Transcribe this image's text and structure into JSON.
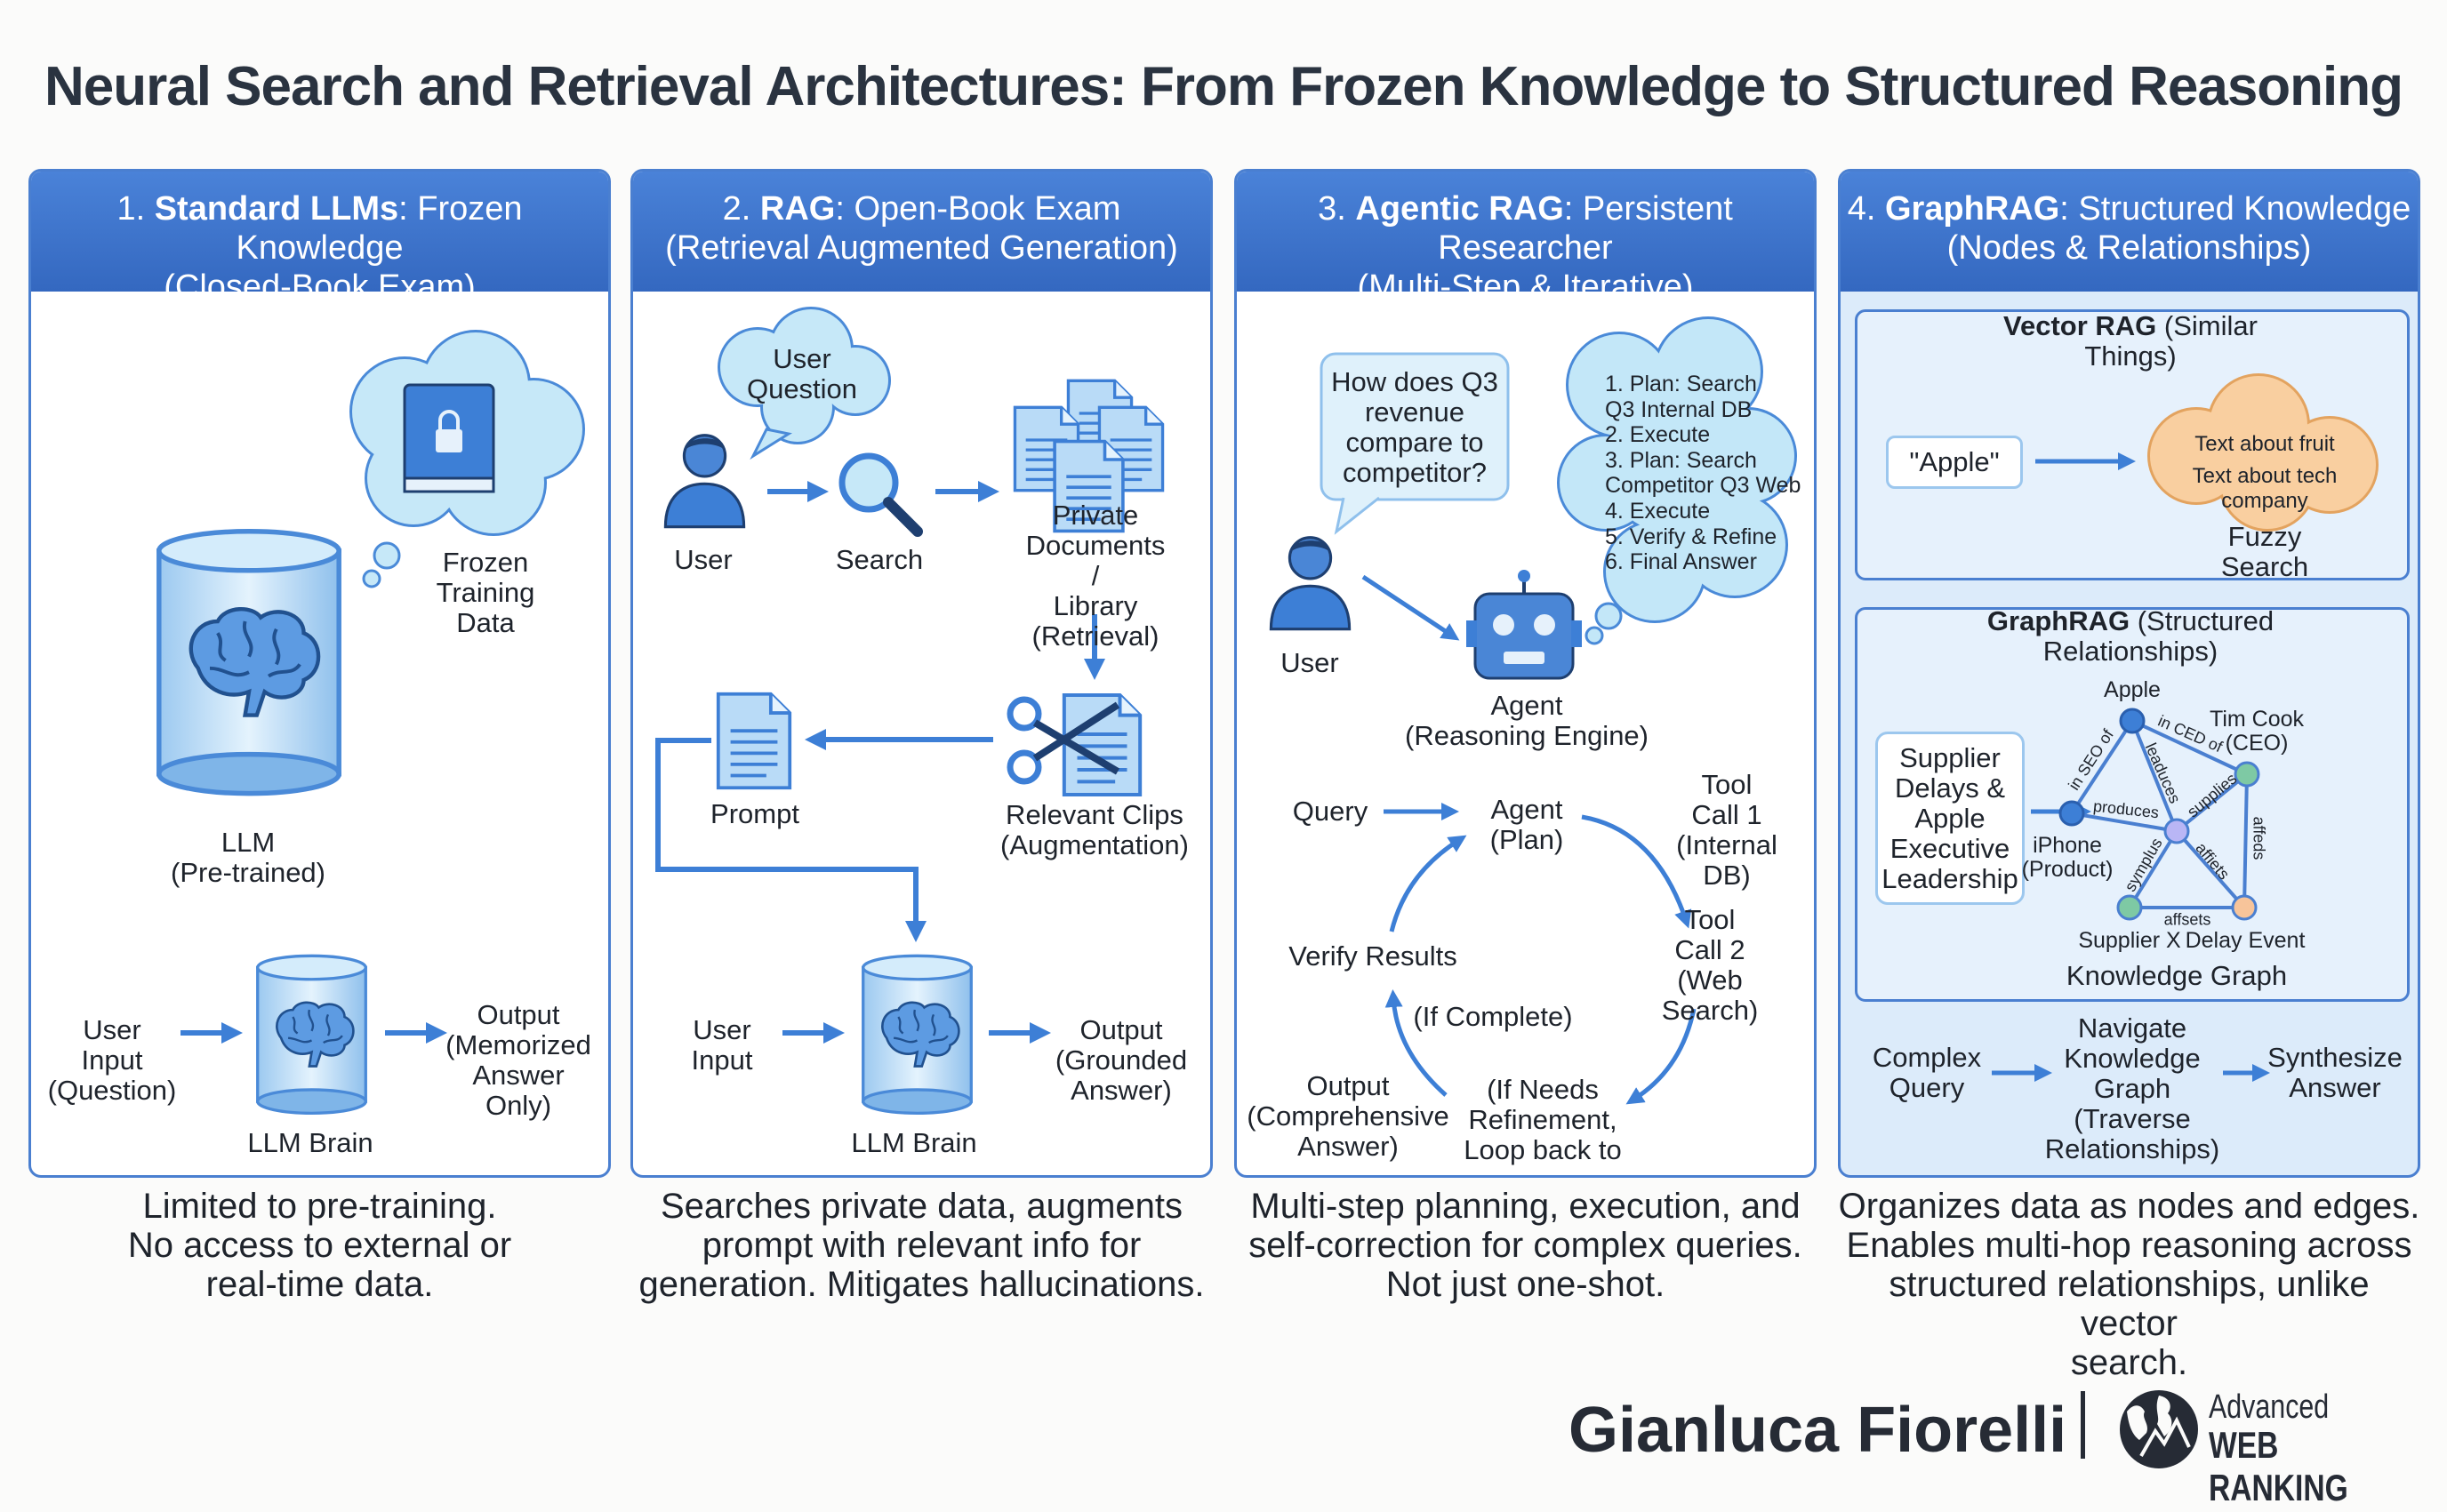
{
  "title": "Neural Search and Retrieval Architectures: From Frozen Knowledge to Structured Reasoning",
  "colors": {
    "accent": "#3d7fd6",
    "header": "#3a72c9",
    "panel4_bg": "#dcebfa",
    "cloud": "#bfe3f7",
    "orange_cloud": "#f9cfa0"
  },
  "panels": [
    {
      "num": "1. ",
      "bold": "Standard LLMs",
      "rest": ": Frozen Knowledge",
      "sub": "(Closed-Book Exam)",
      "frozen": "Frozen\nTraining Data",
      "llm": "LLM\n(Pre-trained)",
      "input": "User\nInput\n(Question)",
      "brain": "LLM Brain",
      "output": "Output\n(Memorized\nAnswer Only)",
      "caption": "Limited to pre-training.\nNo access to external or\nreal-time data."
    },
    {
      "num": "2. ",
      "bold": "RAG",
      "rest": ": Open-Book Exam",
      "sub": "(Retrieval Augmented Generation)",
      "question": "User\nQuestion",
      "user": "User",
      "search": "Search",
      "docs": "Private Documents /\nLibrary (Retrieval)",
      "clips": "Relevant Clips\n(Augmentation)",
      "prompt": "Prompt",
      "input": "User\nInput",
      "brain": "LLM Brain",
      "output": "Output\n(Grounded\nAnswer)",
      "caption": "Searches private data, augments\nprompt with relevant info for\ngeneration. Mitigates hallucinations."
    },
    {
      "num": "3. ",
      "bold": "Agentic RAG",
      "rest": ": Persistent Researcher",
      "sub": "(Multi-Step & Iterative)",
      "question": "How does Q3\nrevenue\ncompare to\ncompetitor?",
      "plan": "1. Plan: Search\nQ3 Internal DB\n2. Execute\n3. Plan: Search\nCompetitor Q3 Web\n4. Execute\n5. Verify & Refine\n6. Final Answer",
      "user": "User",
      "agent": "Agent\n(Reasoning Engine)",
      "query": "Query",
      "agent_plan": "Agent\n(Plan)",
      "tool1": "Tool Call 1\n(Internal DB)",
      "tool2": "Tool Call 2\n(Web Search)",
      "verify": "Verify Results",
      "complete": "(If Complete)",
      "refine": "(If Needs\nRefinement,\nLoop back to",
      "output": "Output\n(Comprehensive\nAnswer)",
      "caption": "Multi-step planning, execution, and\nself-correction for complex queries.\nNot just one-shot."
    },
    {
      "num": "4. ",
      "bold": "GraphRAG",
      "rest": ": Structured Knowledge",
      "sub": "(Nodes & Relationships)",
      "vector_bold": "Vector RAG",
      "vector_rest": " (Similar Things)",
      "apple_query": "\"Apple\"",
      "fruit": "Text about fruit",
      "tech": "Text about tech\ncompany",
      "fuzzy": "Fuzzy Search",
      "graph_bold": "GraphRAG",
      "graph_rest": " (Structured Relationships)",
      "supplier_query": "Supplier\nDelays &\nApple\nExecutive\nLeadership",
      "nodes": {
        "apple": "Apple",
        "timcook": "Tim Cook\n(CEO)",
        "iphone": "iPhone\n(Product)",
        "supplierx": "Supplier X",
        "delay": "Delay Event"
      },
      "edges": [
        "in CED of",
        "in SEO of",
        "produces",
        "leaduces",
        "supplies",
        "symplus",
        "affiets",
        "affeds",
        "affsets"
      ],
      "kg": "Knowledge Graph",
      "complex": "Complex\nQuery",
      "navigate": "Navigate\nKnowledge\nGraph\n(Traverse\nRelationships)",
      "synth": "Synthesize\nAnswer",
      "caption": "Organizes data as nodes and edges.\nEnables multi-hop reasoning across\nstructured relationships, unlike vector\nsearch."
    }
  ],
  "footer": {
    "author": "Gianluca Fiorelli",
    "logo_line1": "Advanced",
    "logo_line2": "WEB RANKING"
  }
}
